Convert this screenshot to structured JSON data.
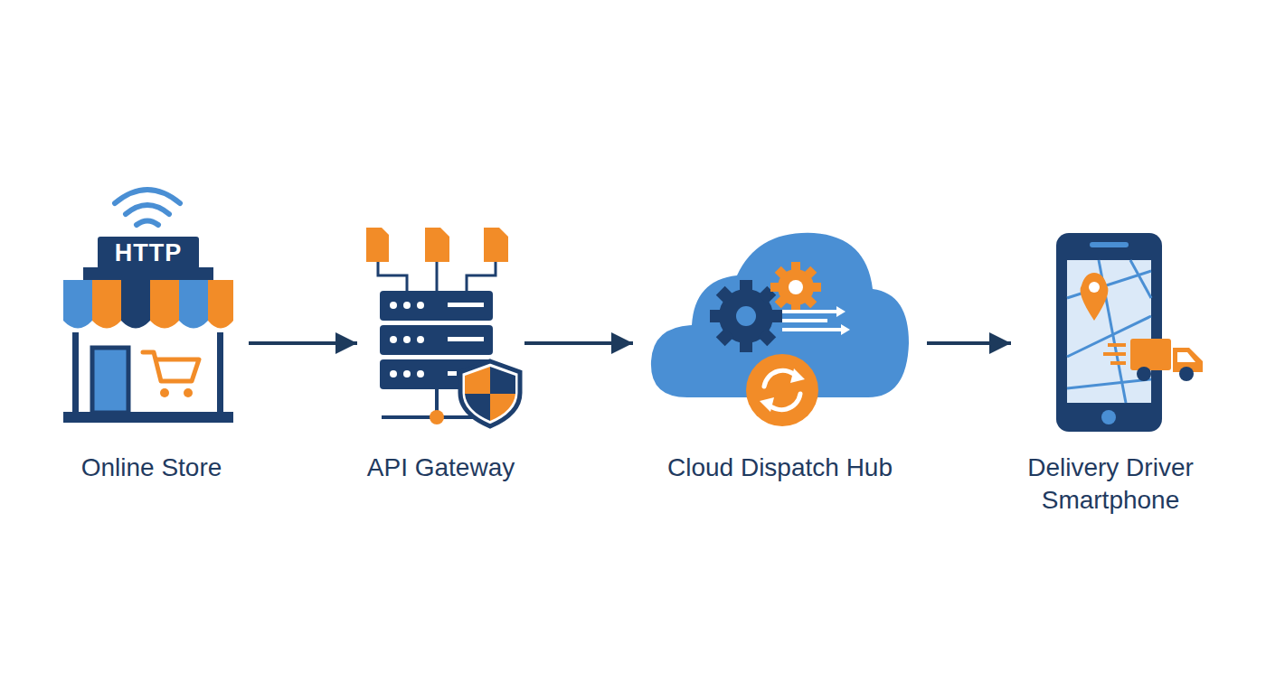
{
  "diagram": {
    "nodes": [
      {
        "text": [
          "Online Store"
        ]
      },
      {
        "text": [
          "API Gateway"
        ]
      },
      {
        "text": [
          "Cloud Dispatch Hub"
        ]
      },
      {
        "text": [
          "Delivery Driver Smartphone"
        ]
      }
    ],
    "edges": [
      {
        "from": 0,
        "to": 1,
        "arrow": "to"
      },
      {
        "from": 1,
        "to": 2,
        "arrow": "to"
      },
      {
        "from": 2,
        "to": 3,
        "arrow": "to"
      }
    ],
    "labels": [
      "HTTP"
    ]
  }
}
